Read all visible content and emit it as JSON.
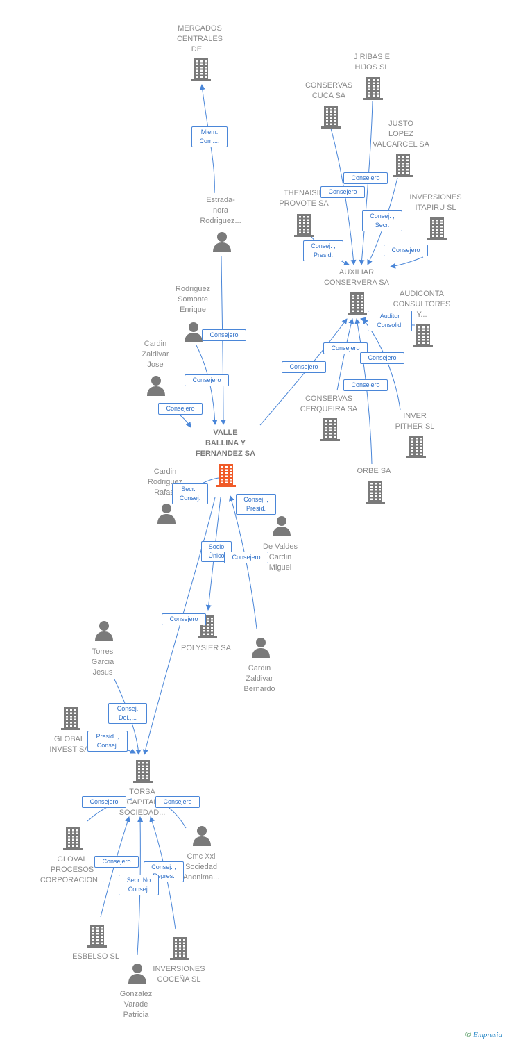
{
  "colors": {
    "building": "#7a7a7a",
    "center_building": "#f05a28",
    "person": "#7a7a7a",
    "edge": "#4a86d8",
    "edge_label_text": "#2e6fc8"
  },
  "nodes": [
    {
      "id": "mercados",
      "label": "MERCADOS\nCENTRALES\nDE...",
      "type": "company"
    },
    {
      "id": "jribas",
      "label": "J RIBAS E\nHIJOS SL",
      "type": "company"
    },
    {
      "id": "cuca",
      "label": "CONSERVAS\nCUCA SA",
      "type": "company"
    },
    {
      "id": "justo",
      "label": "JUSTO\nLOPEZ\nVALCARCEL SA",
      "type": "company"
    },
    {
      "id": "thenaisie",
      "label": "THENAISIE\nPROVOTE SA",
      "type": "company"
    },
    {
      "id": "itapiru",
      "label": "INVERSIONES\nITAPIRU SL",
      "type": "company"
    },
    {
      "id": "estrada",
      "label": "Estrada-\nnora\nRodriguez...",
      "type": "person"
    },
    {
      "id": "auxiliar",
      "label": "AUXILIAR\nCONSERVERA SA",
      "type": "company"
    },
    {
      "id": "audiconta",
      "label": "AUDICONTA\nCONSULTORES\nY...",
      "type": "company"
    },
    {
      "id": "somonte",
      "label": "Rodriguez\nSomonte\nEnrique",
      "type": "person"
    },
    {
      "id": "cardinjose",
      "label": "Cardin\nZaldivar\nJose",
      "type": "person"
    },
    {
      "id": "cerqueira",
      "label": "CONSERVAS\nCERQUEIRA SA",
      "type": "company"
    },
    {
      "id": "inverpither",
      "label": "INVER\nPITHER SL",
      "type": "company"
    },
    {
      "id": "valle",
      "label": "VALLE\nBALLINA Y\nFERNANDEZ SA",
      "type": "center"
    },
    {
      "id": "orbe",
      "label": "ORBE SA",
      "type": "company"
    },
    {
      "id": "rafael",
      "label": "Cardin\nRodriguez\nRafael",
      "type": "person"
    },
    {
      "id": "devaldes",
      "label": "De Valdes\nCardin\nMiguel",
      "type": "person"
    },
    {
      "id": "polysier",
      "label": "POLYSIER SA",
      "type": "company"
    },
    {
      "id": "bernardo",
      "label": "Cardin\nZaldivar\nBernardo",
      "type": "person"
    },
    {
      "id": "torres",
      "label": "Torres\nGarcia\nJesus",
      "type": "person"
    },
    {
      "id": "global",
      "label": "GLOBAL\nINVEST SA",
      "type": "company"
    },
    {
      "id": "torsa",
      "label": "TORSA\nCAPITAL\nSOCIEDAD...",
      "type": "company"
    },
    {
      "id": "gloval",
      "label": "GLOVAL\nPROCESOS\nCORPORACION...",
      "type": "company"
    },
    {
      "id": "cmc",
      "label": "Cmc Xxi\nSociedad\nAnonima...",
      "type": "person"
    },
    {
      "id": "esbelso",
      "label": "ESBELSO SL",
      "type": "company"
    },
    {
      "id": "coceña",
      "label": "INVERSIONES\nCOCEÑA SL",
      "type": "company"
    },
    {
      "id": "gonzalez",
      "label": "Gonzalez\nVarade\nPatricia",
      "type": "person"
    }
  ],
  "edge_labels": [
    {
      "id": "e1",
      "text": "Miem.\nCom...."
    },
    {
      "id": "e2",
      "text": "Consejero"
    },
    {
      "id": "e3",
      "text": "Consejero"
    },
    {
      "id": "e4",
      "text": "Consej. ,\nSecr."
    },
    {
      "id": "e5",
      "text": "Consejero"
    },
    {
      "id": "e6",
      "text": "Consej. ,\nPresid."
    },
    {
      "id": "e7",
      "text": "Auditor\nConsolid."
    },
    {
      "id": "e8",
      "text": "Consejero"
    },
    {
      "id": "e9",
      "text": "Consejero"
    },
    {
      "id": "e10",
      "text": "Consejero"
    },
    {
      "id": "e11",
      "text": "Consejero"
    },
    {
      "id": "e12",
      "text": "Consejero"
    },
    {
      "id": "e13",
      "text": "Consejero"
    },
    {
      "id": "e14",
      "text": "Consejero"
    },
    {
      "id": "e15",
      "text": "Secr. ,\nConsej."
    },
    {
      "id": "e16",
      "text": "Consej. ,\nPresid."
    },
    {
      "id": "e17",
      "text": "Socio\nÚnico"
    },
    {
      "id": "e18",
      "text": "Consejero"
    },
    {
      "id": "e19",
      "text": "Consejero"
    },
    {
      "id": "e20",
      "text": "Consej.\nDel.,..."
    },
    {
      "id": "e21",
      "text": "Presid. ,\nConsej."
    },
    {
      "id": "e22",
      "text": "Consejero"
    },
    {
      "id": "e23",
      "text": "Consejero"
    },
    {
      "id": "e24",
      "text": "Consejero"
    },
    {
      "id": "e25",
      "text": "Consej. ,\nRepres."
    },
    {
      "id": "e26",
      "text": "Secr. No\nConsej."
    }
  ],
  "footer": {
    "copyright": "©",
    "brand": "Empresia"
  }
}
